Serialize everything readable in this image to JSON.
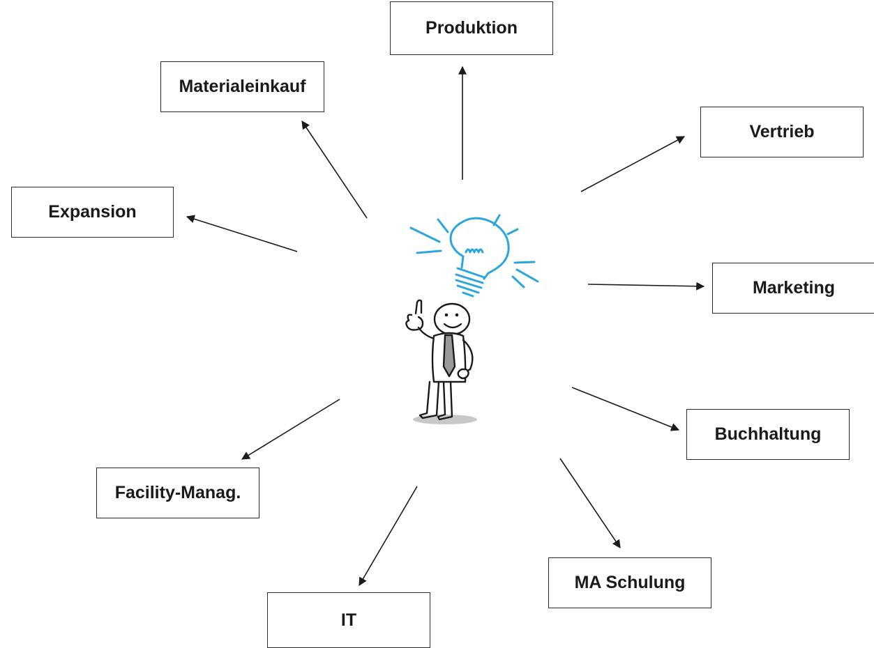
{
  "diagram": {
    "center": {
      "figure": "businessman-with-lightbulb-idea",
      "colors": {
        "bulb": "#2aa6dc",
        "ink": "#1a1a1a",
        "tie": "#9a9a9a",
        "shadow": "#c8c8c8"
      }
    },
    "nodes": [
      {
        "id": "produktion",
        "label": "Produktion"
      },
      {
        "id": "material",
        "label": "Materialeinkauf"
      },
      {
        "id": "vertrieb",
        "label": "Vertrieb"
      },
      {
        "id": "expansion",
        "label": "Expansion"
      },
      {
        "id": "marketing",
        "label": "Marketing"
      },
      {
        "id": "buchhaltung",
        "label": "Buchhaltung"
      },
      {
        "id": "facility",
        "label": "Facility-Manag."
      },
      {
        "id": "maschulung",
        "label": "MA Schulung"
      },
      {
        "id": "it",
        "label": "IT"
      }
    ],
    "edges": [
      {
        "from": "center",
        "to": "produktion"
      },
      {
        "from": "center",
        "to": "material"
      },
      {
        "from": "center",
        "to": "vertrieb"
      },
      {
        "from": "center",
        "to": "expansion"
      },
      {
        "from": "center",
        "to": "marketing"
      },
      {
        "from": "center",
        "to": "buchhaltung"
      },
      {
        "from": "center",
        "to": "facility"
      },
      {
        "from": "center",
        "to": "maschulung"
      },
      {
        "from": "center",
        "to": "it"
      }
    ]
  }
}
